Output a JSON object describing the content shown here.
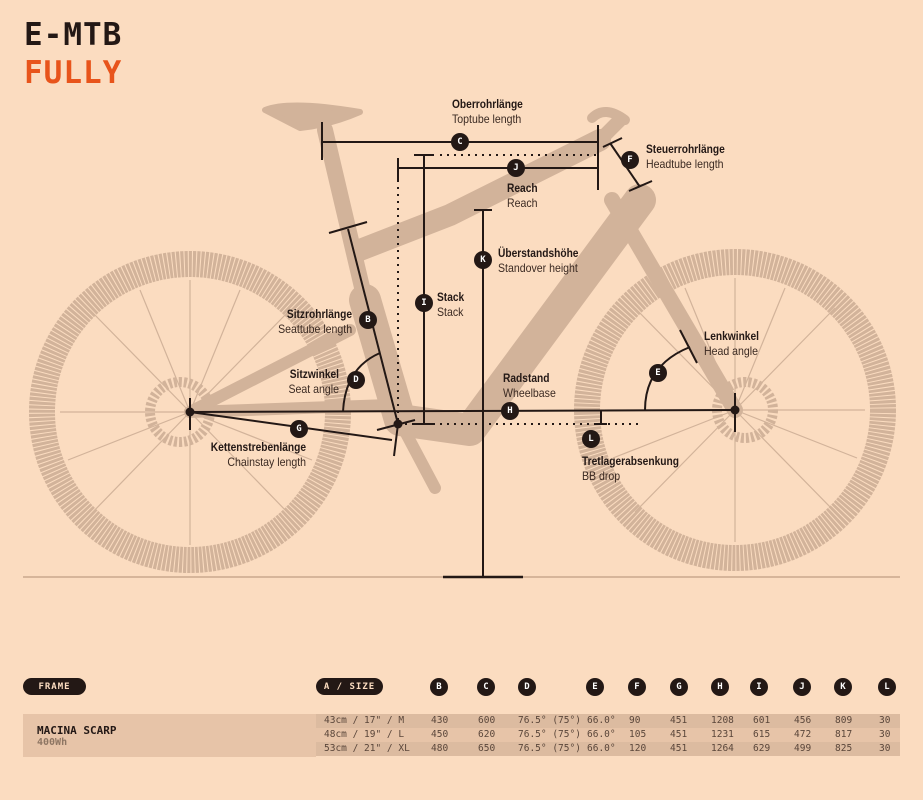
{
  "header": {
    "title_line1": "E-MTB",
    "title_line2": "FULLY",
    "accent_color": "#e8541b",
    "text_color": "#231815",
    "background_color": "#fbdcc0",
    "bike_silhouette_color": "#d2b39a"
  },
  "diagram": {
    "measures": [
      {
        "key": "B",
        "de": "Sitzrohrlänge",
        "en": "Seattube length"
      },
      {
        "key": "C",
        "de": "Oberrohrlänge",
        "en": "Toptube length"
      },
      {
        "key": "D",
        "de": "Sitzwinkel",
        "en": "Seat angle"
      },
      {
        "key": "E",
        "de": "Lenkwinkel",
        "en": "Head angle"
      },
      {
        "key": "F",
        "de": "Steuerrohrlänge",
        "en": "Headtube length"
      },
      {
        "key": "G",
        "de": "Kettenstrebenlänge",
        "en": "Chainstay length"
      },
      {
        "key": "H",
        "de": "Radstand",
        "en": "Wheelbase"
      },
      {
        "key": "I",
        "de": "Stack",
        "en": "Stack"
      },
      {
        "key": "J",
        "de": "Reach",
        "en": "Reach"
      },
      {
        "key": "K",
        "de": "Überstandshöhe",
        "en": "Standover height"
      },
      {
        "key": "L",
        "de": "Tretlagerabsenkung",
        "en": "BB drop"
      }
    ]
  },
  "table": {
    "frame_label": "FRAME",
    "size_label": "A / SIZE",
    "columns": [
      "B",
      "C",
      "D",
      "E",
      "F",
      "G",
      "H",
      "I",
      "J",
      "K",
      "L"
    ],
    "model": "MACINA SCARP",
    "battery": "400Wh",
    "rows": [
      {
        "size": "43cm  /  17\"  /  M",
        "B": "430",
        "C": "600",
        "D": "76.5° (75°)",
        "E": "66.0°",
        "F": "90",
        "G": "451",
        "H": "1208",
        "I": "601",
        "J": "456",
        "K": "809",
        "L": "30"
      },
      {
        "size": "48cm  /  19\"  /  L",
        "B": "450",
        "C": "620",
        "D": "76.5° (75°)",
        "E": "66.0°",
        "F": "105",
        "G": "451",
        "H": "1231",
        "I": "615",
        "J": "472",
        "K": "817",
        "L": "30"
      },
      {
        "size": "53cm  /  21\"  /  XL",
        "B": "480",
        "C": "650",
        "D": "76.5° (75°)",
        "E": "66.0°",
        "F": "120",
        "G": "451",
        "H": "1264",
        "I": "629",
        "J": "499",
        "K": "825",
        "L": "30"
      }
    ]
  }
}
